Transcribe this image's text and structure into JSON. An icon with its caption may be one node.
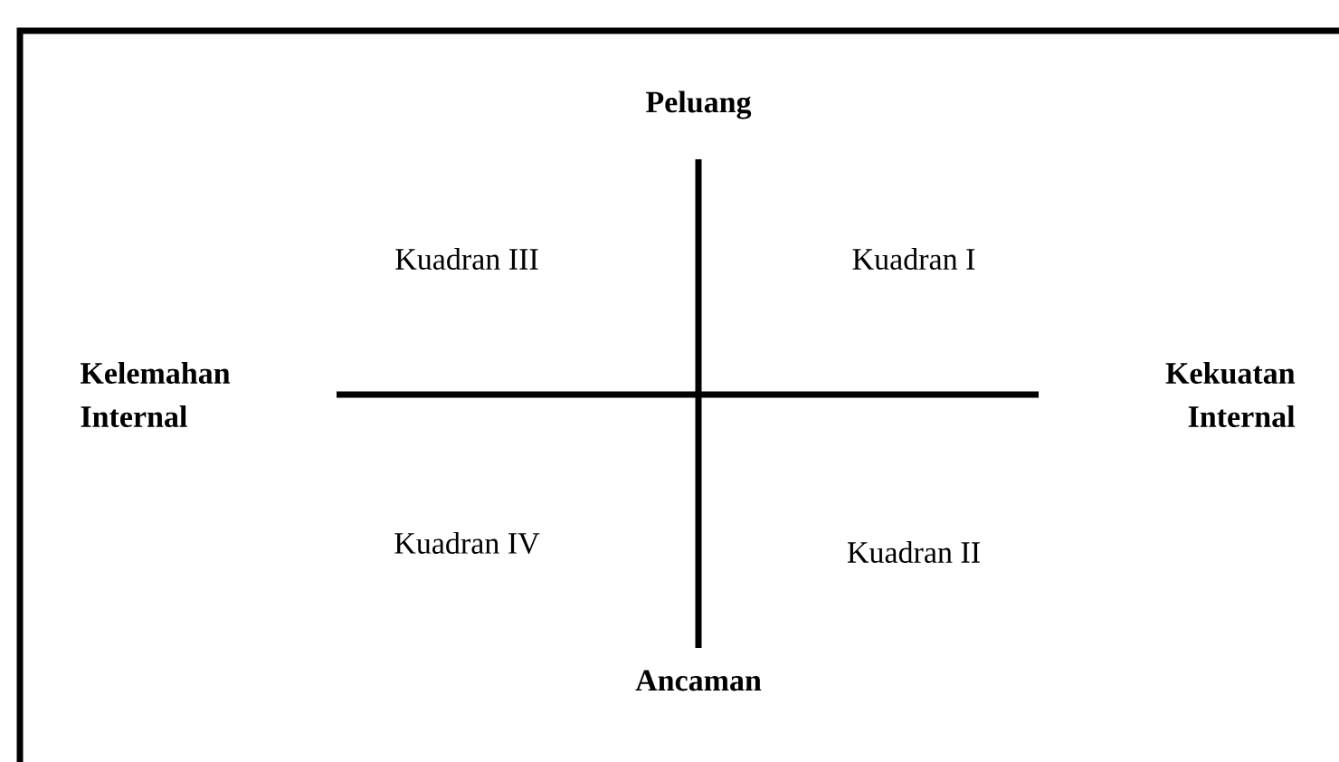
{
  "diagram": {
    "labels": [
      "Peluang",
      "Kuadran III",
      "Kuadran I",
      "Kelemahan Internal",
      "Kekuatan Internal",
      "Kuadran IV",
      "Kuadran II",
      "Ancaman"
    ]
  }
}
